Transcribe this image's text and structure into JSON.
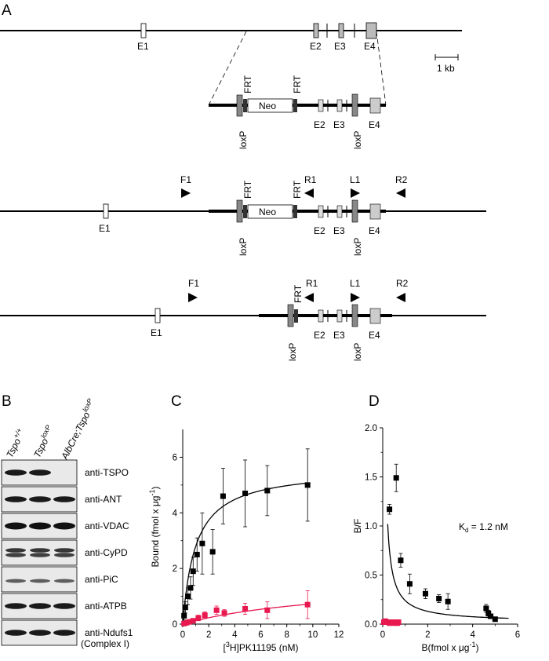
{
  "panels": {
    "a": "A",
    "b": "B",
    "c": "C",
    "d": "D"
  },
  "gene_map": {
    "scale_label": "1 kb",
    "exons": {
      "e1": "E1",
      "e2": "E2",
      "e3": "E3",
      "e4": "E4"
    },
    "neo": "Neo",
    "frt": "FRT",
    "loxp": "loxP",
    "primers": {
      "f1": "F1",
      "r1": "R1",
      "l1": "L1",
      "r2": "R2"
    }
  },
  "western": {
    "lanes": [
      {
        "base": "Tspo",
        "sup": "+/+"
      },
      {
        "base": "Tspo",
        "sup": "loxP"
      },
      {
        "base": "AlbCre;Tspo",
        "sup": "loxP"
      }
    ],
    "antibodies": [
      {
        "label": "anti-TSPO",
        "bands": [
          1,
          1,
          0
        ]
      },
      {
        "label": "anti-ANT",
        "bands": [
          1,
          1,
          1
        ]
      },
      {
        "label": "anti-VDAC",
        "bands": [
          1,
          1,
          1
        ]
      },
      {
        "label": "anti-CyPD",
        "bands": [
          1,
          1,
          1
        ]
      },
      {
        "label": "anti-PiC",
        "bands": [
          1,
          1,
          1
        ]
      },
      {
        "label": "anti-ATPB",
        "bands": [
          1,
          1,
          1
        ]
      },
      {
        "label": "anti-Ndufs1",
        "bands": [
          1,
          1,
          1
        ]
      }
    ],
    "extra_label": "(Complex I)"
  },
  "chart_data": [
    {
      "panel": "C",
      "type": "scatter",
      "xlabel_pre": "[",
      "xlabel_sup": "3",
      "xlabel_post": "H]PK11195 (nM)",
      "ylabel_pre": "Bound (fmol x μg",
      "ylabel_sup": "-1",
      "ylabel_post": ")",
      "xlim": [
        0,
        12
      ],
      "ylim": [
        0,
        7
      ],
      "xticks": [
        0,
        2,
        4,
        6,
        8,
        10,
        12
      ],
      "yticks": [
        0,
        2,
        4,
        6
      ],
      "series": [
        {
          "color": "#000000",
          "fit": {
            "bmax": 5.6,
            "kd": 1.0
          },
          "points": [
            {
              "x": 0.1,
              "y": 0.3,
              "err": 0.15
            },
            {
              "x": 0.2,
              "y": 0.6,
              "err": 0.2
            },
            {
              "x": 0.4,
              "y": 1.0,
              "err": 0.3
            },
            {
              "x": 0.6,
              "y": 1.3,
              "err": 0.4
            },
            {
              "x": 0.8,
              "y": 1.9,
              "err": 0.5
            },
            {
              "x": 1.1,
              "y": 2.5,
              "err": 0.6
            },
            {
              "x": 1.5,
              "y": 2.9,
              "err": 1.1
            },
            {
              "x": 2.3,
              "y": 2.6,
              "err": 0.8
            },
            {
              "x": 3.1,
              "y": 4.6,
              "err": 1.0
            },
            {
              "x": 4.8,
              "y": 4.7,
              "err": 1.2
            },
            {
              "x": 6.5,
              "y": 4.8,
              "err": 0.9
            },
            {
              "x": 9.6,
              "y": 5.0,
              "err": 1.3
            }
          ]
        },
        {
          "color": "#e8194f",
          "fit": {
            "bmax": 1.6,
            "kd": 12.0
          },
          "points": [
            {
              "x": 0.1,
              "y": 0.02,
              "err": 0.05
            },
            {
              "x": 0.3,
              "y": 0.05,
              "err": 0.05
            },
            {
              "x": 0.5,
              "y": 0.08,
              "err": 0.06
            },
            {
              "x": 0.8,
              "y": 0.12,
              "err": 0.08
            },
            {
              "x": 1.2,
              "y": 0.22,
              "err": 0.1
            },
            {
              "x": 1.7,
              "y": 0.32,
              "err": 0.12
            },
            {
              "x": 2.6,
              "y": 0.5,
              "err": 0.15
            },
            {
              "x": 3.2,
              "y": 0.4,
              "err": 0.12
            },
            {
              "x": 4.8,
              "y": 0.55,
              "err": 0.2
            },
            {
              "x": 6.5,
              "y": 0.5,
              "err": 0.3
            },
            {
              "x": 9.6,
              "y": 0.7,
              "err": 0.5
            }
          ]
        }
      ]
    },
    {
      "panel": "D",
      "type": "scatter",
      "xlabel": "B(fmol x μg",
      "xlabel_sup": "-1",
      "xlabel_post": ")",
      "ylabel": "B/F",
      "xlim": [
        0,
        6
      ],
      "ylim": [
        0,
        2.0
      ],
      "xticks": [
        0,
        2,
        4,
        6
      ],
      "yticks": [
        0.0,
        0.5,
        1.0,
        1.5,
        2.0
      ],
      "annotation_pre": "K",
      "annotation_sub": "d",
      "annotation_post": " = 1.2 nM",
      "series": [
        {
          "color": "#000000",
          "fit": {
            "a": 0.22,
            "b": 0.02
          },
          "points": [
            {
              "x": 0.3,
              "y": 1.17,
              "err": 0.05
            },
            {
              "x": 0.6,
              "y": 1.49,
              "err": 0.14
            },
            {
              "x": 0.8,
              "y": 0.65,
              "err": 0.07
            },
            {
              "x": 1.2,
              "y": 0.41,
              "err": 0.1
            },
            {
              "x": 1.9,
              "y": 0.31,
              "err": 0.05
            },
            {
              "x": 2.5,
              "y": 0.26,
              "err": 0.04
            },
            {
              "x": 2.9,
              "y": 0.23,
              "err": 0.08
            },
            {
              "x": 4.6,
              "y": 0.16,
              "err": 0.04
            },
            {
              "x": 4.7,
              "y": 0.11,
              "err": 0.03
            },
            {
              "x": 4.8,
              "y": 0.08,
              "err": 0.02
            },
            {
              "x": 5.0,
              "y": 0.05,
              "err": 0.02
            }
          ]
        },
        {
          "color": "#e8194f",
          "points": [
            {
              "x": 0.05,
              "y": 0.02,
              "err": 0.01
            },
            {
              "x": 0.12,
              "y": 0.03,
              "err": 0.01
            },
            {
              "x": 0.2,
              "y": 0.02,
              "err": 0.01
            },
            {
              "x": 0.3,
              "y": 0.01,
              "err": 0.01
            },
            {
              "x": 0.4,
              "y": 0.02,
              "err": 0.01
            },
            {
              "x": 0.5,
              "y": 0.01,
              "err": 0.01
            },
            {
              "x": 0.55,
              "y": 0.02,
              "err": 0.01
            },
            {
              "x": 0.65,
              "y": 0.01,
              "err": 0.01
            },
            {
              "x": 0.7,
              "y": 0.02,
              "err": 0.01
            }
          ]
        }
      ]
    }
  ]
}
